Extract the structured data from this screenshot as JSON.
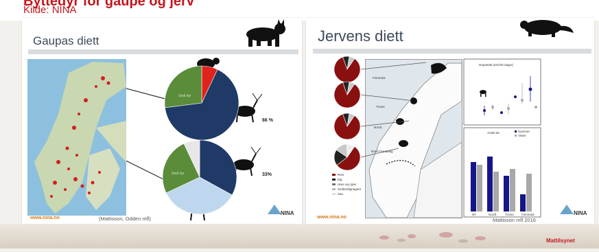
{
  "header": {
    "title": "Byttedyr for gaupe og jerv",
    "source": "Kilde: NINA"
  },
  "left_slide": {
    "title": "Gaupas diett",
    "pie_top": {
      "label": "Små dyr",
      "slices": [
        0.07,
        0.66,
        0.27
      ],
      "colors": [
        "#e0231d",
        "#1f3a66",
        "#5a8c3a"
      ]
    },
    "pie_bottom": {
      "label": "Små dyr",
      "slices": [
        0.33,
        0.35,
        0.25,
        0.07
      ],
      "colors": [
        "#1f3a66",
        "#bfd7ee",
        "#5a8c3a",
        "#e7e7e7"
      ]
    },
    "pct_top": "66 %",
    "pct_bottom": "33%",
    "footer_url": "www.nina.no",
    "citation": "(Mattisson, Odden mfl)",
    "logo": "NINA",
    "icons": [
      "lynx-icon",
      "sheep-icon",
      "reindeer-icon",
      "deer-icon"
    ]
  },
  "right_slide": {
    "title": "Jervens diett",
    "regions": [
      "Finnmark",
      "Troms",
      "Nordl.",
      "Nord-Trøndelag"
    ],
    "legend": [
      "Rein",
      "Elg",
      "Hare og ryper",
      "Småsmågnagere",
      "Sau"
    ],
    "chart_top_title": "Drapstakt (rein/30 dager)",
    "chart_bottom_title": "Andel tid",
    "chart_bottom_legend": [
      "Summer",
      "Vinter"
    ],
    "chart_bottom_categories": [
      "NT",
      "Nordl.",
      "Troms",
      "Finnmark"
    ],
    "footer_url": "www.nina.no",
    "citation": "Mattisson mfl 2016",
    "logo": "NINA",
    "icons": [
      "wolverine-icon"
    ]
  },
  "chart_data": {
    "type": "bar",
    "title": "Andel tid",
    "categories": [
      "NT",
      "Nordl.",
      "Troms",
      "Finnmark"
    ],
    "series": [
      {
        "name": "Summer",
        "values": [
          0.72,
          0.8,
          0.52,
          0.25
        ]
      },
      {
        "name": "Vinter",
        "values": [
          0.68,
          0.58,
          0.62,
          0.55
        ]
      }
    ],
    "ylim": [
      0,
      1
    ],
    "legend": "top-right",
    "colors": [
      "#16168a",
      "#a8a8a8"
    ]
  },
  "footer": {
    "brand": "Mattilsynet"
  }
}
